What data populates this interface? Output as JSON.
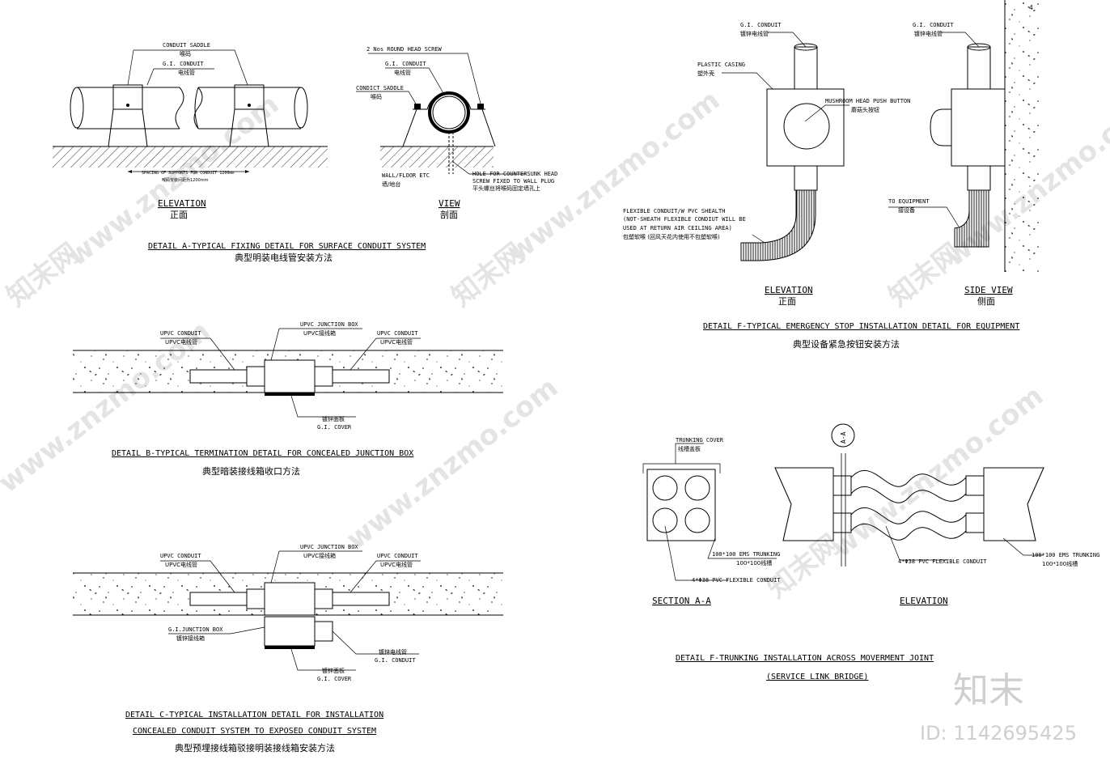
{
  "detail_a": {
    "conduit_saddle_en": "CONDUIT SADDLE",
    "conduit_saddle_cn": "喉码",
    "gi_conduit_en": "G.I. CONDUIT",
    "gi_conduit_cn": "电线管",
    "spacing_en": "SPACING OF SUPPORTS FOR CONDUIT 1200mm",
    "spacing_cn": "喉码安装间距为1200mm",
    "elevation_en": "ELEVATION",
    "elevation_cn": "正面",
    "screw_label": "2 Nos ROUND HEAD SCREW",
    "view_gi_conduit_en": "G.I. CONDUIT",
    "view_gi_conduit_cn": "电线管",
    "view_saddle_en": "CONDICT SADDLE",
    "view_saddle_cn": "喉码",
    "wall_floor_en": "WALL/FLOOR ETC",
    "wall_floor_cn": "墙/地台",
    "hole_en_1": "HOLE FOR COUNTERSUNK HEAD",
    "hole_en_2": "SCREW FIXED TO WALL PLUG",
    "hole_cn": "平头螺丝将喉码固定墙孔上",
    "view_en": "VIEW",
    "view_cn": "剖面",
    "title_en": "DETAIL A-TYPICAL FIXING DETAIL FOR SURFACE CONDUIT SYSTEM",
    "title_cn": "典型明装电线管安装方法"
  },
  "detail_b": {
    "upvc_conduit_en": "UPVC CONDUIT",
    "upvc_conduit_cn": "UPVC电线管",
    "junction_box_en": "UPVC JUNCTION BOX",
    "junction_box_cn": "UPVC接线箱",
    "upvc_conduit_r_en": "UPVC CONDUIT",
    "upvc_conduit_r_cn": "UPVC电线管",
    "cover_cn": "镀锌面板",
    "cover_en": "G.I. COVER",
    "title_en": "DETAIL B-TYPICAL TERMINATION DETAIL FOR CONCEALED JUNCTION BOX",
    "title_cn": "典型暗装接线箱收口方法"
  },
  "detail_c": {
    "upvc_conduit_en": "UPVC CONDUIT",
    "upvc_conduit_cn": "UPVC电线管",
    "junction_box_en": "UPVC JUNCTION BOX",
    "junction_box_cn": "UPVC接线箱",
    "upvc_conduit_r_en": "UPVC CONDUIT",
    "upvc_conduit_r_cn": "UPVC电线管",
    "gi_box_en": "G.I.JUNCTION BOX",
    "gi_box_cn": "镀锌接线箱",
    "gi_conduit_cn": "镀锌电线管",
    "gi_conduit_en": "G.I. CONDUIT",
    "cover_cn": "镀锌面板",
    "cover_en": "G.I. COVER",
    "title_en_1": "DETAIL C-TYPICAL INSTALLATION DETAIL FOR INSTALLATION",
    "title_en_2": "CONCEALED CONDUIT SYSTEM TO EXPOSED CONDUIT SYSTEM",
    "title_cn": "典型预埋接线箱驳接明装接线箱安装方法"
  },
  "detail_f1": {
    "gi_conduit_en": "G.I. CONDUIT",
    "gi_conduit_cn": "镀锌电线管",
    "plastic_casing_en": "PLASTIC CASING",
    "plastic_casing_cn": "塑外壳",
    "mushroom_en": "MUSHROOM HEAD PUSH BUTTON",
    "mushroom_cn": "蘑菇头按钮",
    "flex_en_1": "FLEXIBLE CONDUIT/W PVC SHEALTH",
    "flex_en_2": "(NOT-SHEATH FLEXIBLE CONDIUT WILL BE",
    "flex_en_3": "USED  AT RETURN AIR CEILING AREA)",
    "flex_cn": "包塑软喉 (回风天花内使用不包塑软喉)",
    "elevation_en": "ELEVATION",
    "elevation_cn": "正面",
    "side_gi_conduit_en": "G.I. CONDUIT",
    "side_gi_conduit_cn": "镀锌电线管",
    "to_equipment_en": "TO EQUIPMENT",
    "to_equipment_cn": "接设备",
    "side_view_en": "SIDE VIEW",
    "side_view_cn": "侧面",
    "title_en": "DETAIL F-TYPICAL EMERGENCY STOP INSTALLATION DETAIL FOR EQUIPMENT",
    "title_cn": "典型设备紧急按钮安装方法",
    "corner_mark": "4"
  },
  "detail_f2": {
    "trunking_cover_en": "TRUNKING COVER",
    "trunking_cover_cn": "线槽盖板",
    "ems_trunking_en": "100*100 EMS TRUNKING",
    "ems_trunking_cn": "100*100线槽",
    "pvc_flex": "4*Φ38 PVC FLEXIBLE CONDUIT",
    "section_label": "SECTION A-A",
    "section_marker": "A-A",
    "elev_pvc_flex": "4*Φ38 PVC FLEXIBLE CONDUIT",
    "elev_ems_en": "100*100 EMS TRUNKING",
    "elev_ems_cn": "100*100线槽",
    "elevation_label": "ELEVATION",
    "title_en_1": "DETAIL F-TRUNKING INSTALLATION ACROSS MOVERMENT JOINT",
    "title_en_2": "(SERVICE LINK BRIDGE)"
  },
  "watermark": {
    "brand": "知末",
    "id_text": "ID: 1142695425",
    "diagonal_text": "www.znzmo.com",
    "diagonal_cn": "知末网"
  }
}
